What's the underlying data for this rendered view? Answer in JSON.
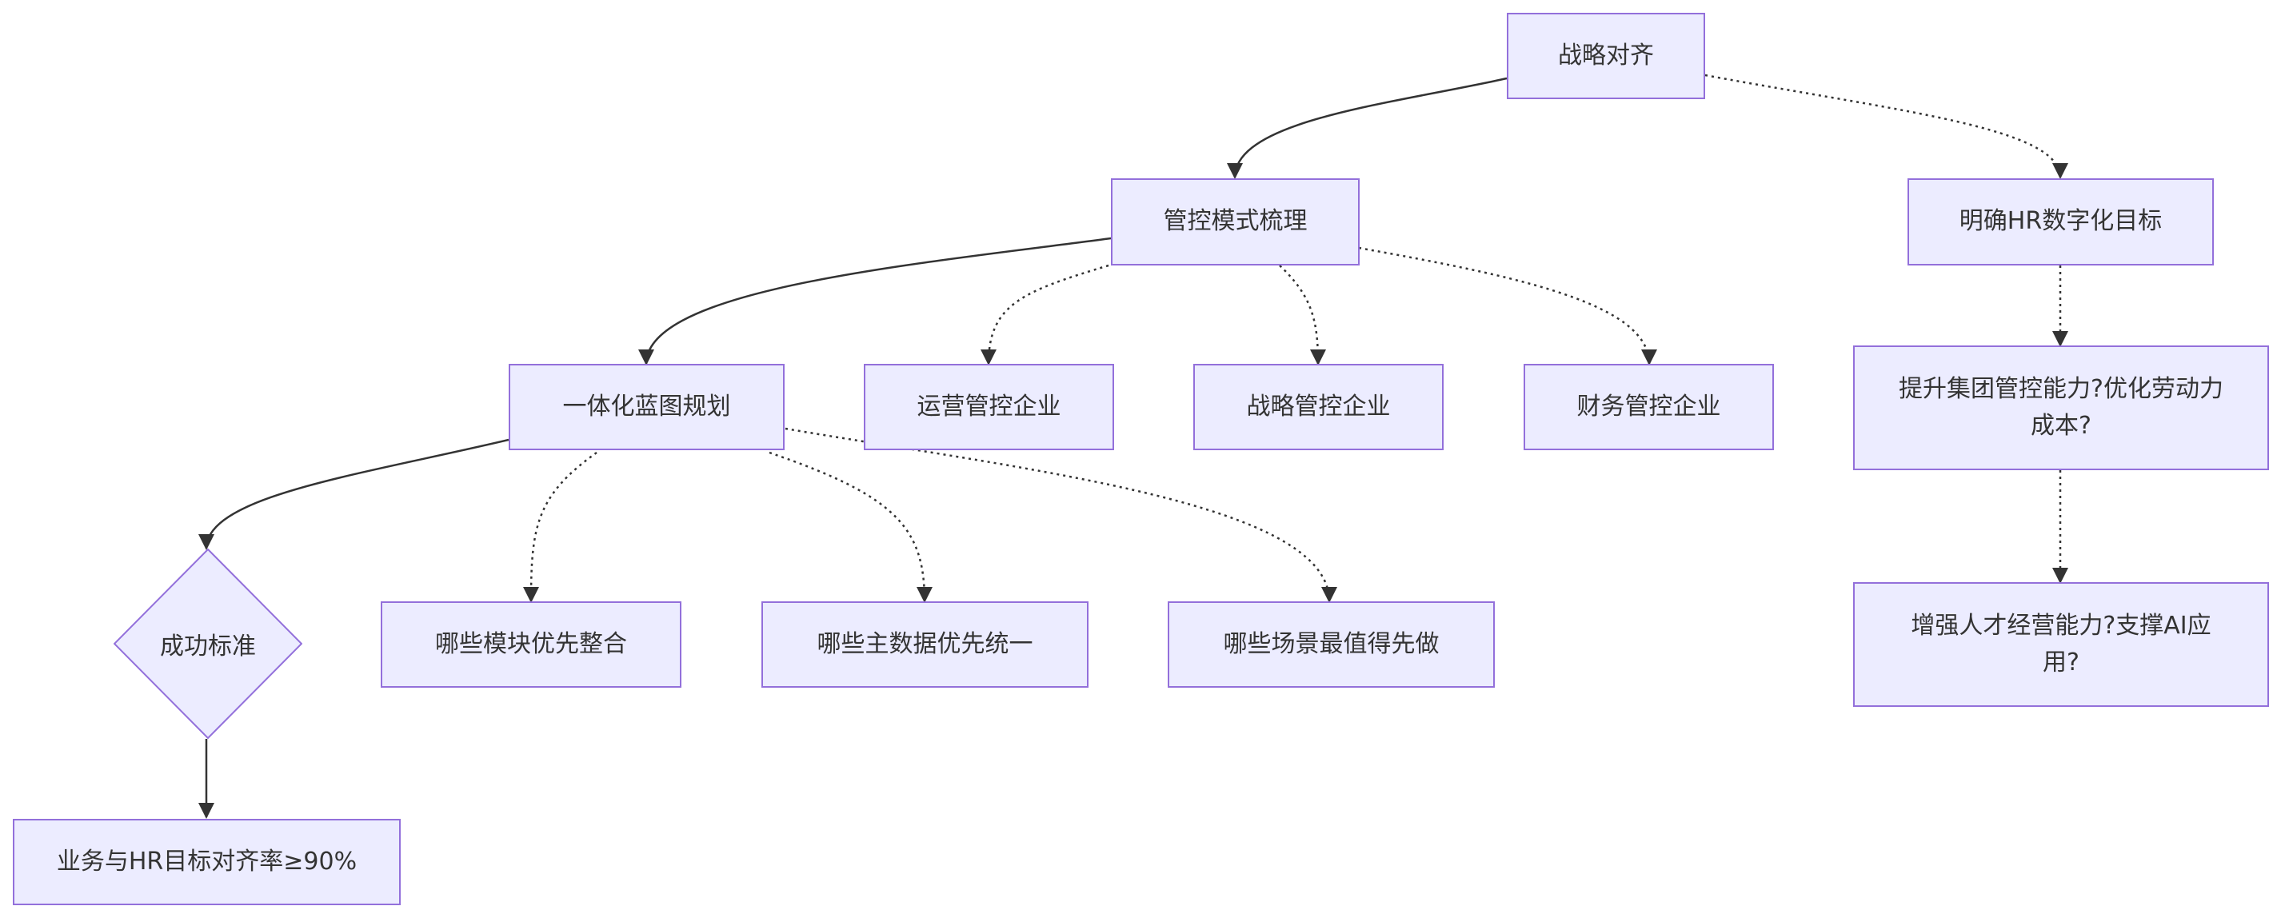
{
  "nodes": {
    "strategic_alignment": "战略对齐",
    "control_mode": "管控模式梳理",
    "hr_digital_goal": "明确HR数字化目标",
    "blueprint": "一体化蓝图规划",
    "ops_control": "运营管控企业",
    "strategy_control": "战略管控企业",
    "finance_control": "财务管控企业",
    "group_capability": "提升集团管控能力?优化劳动力成本?",
    "talent_capability": "增强人才经营能力?支撑AI应用?",
    "success_criteria": "成功标准",
    "modules_first": "哪些模块优先整合",
    "master_data_first": "哪些主数据优先统一",
    "scenarios_first": "哪些场景最值得先做",
    "alignment_rate": "业务与HR目标对齐率≥90%"
  },
  "colors": {
    "node_fill": "#ececff",
    "node_border": "#9370db",
    "edge": "#333333",
    "text": "#333333"
  }
}
